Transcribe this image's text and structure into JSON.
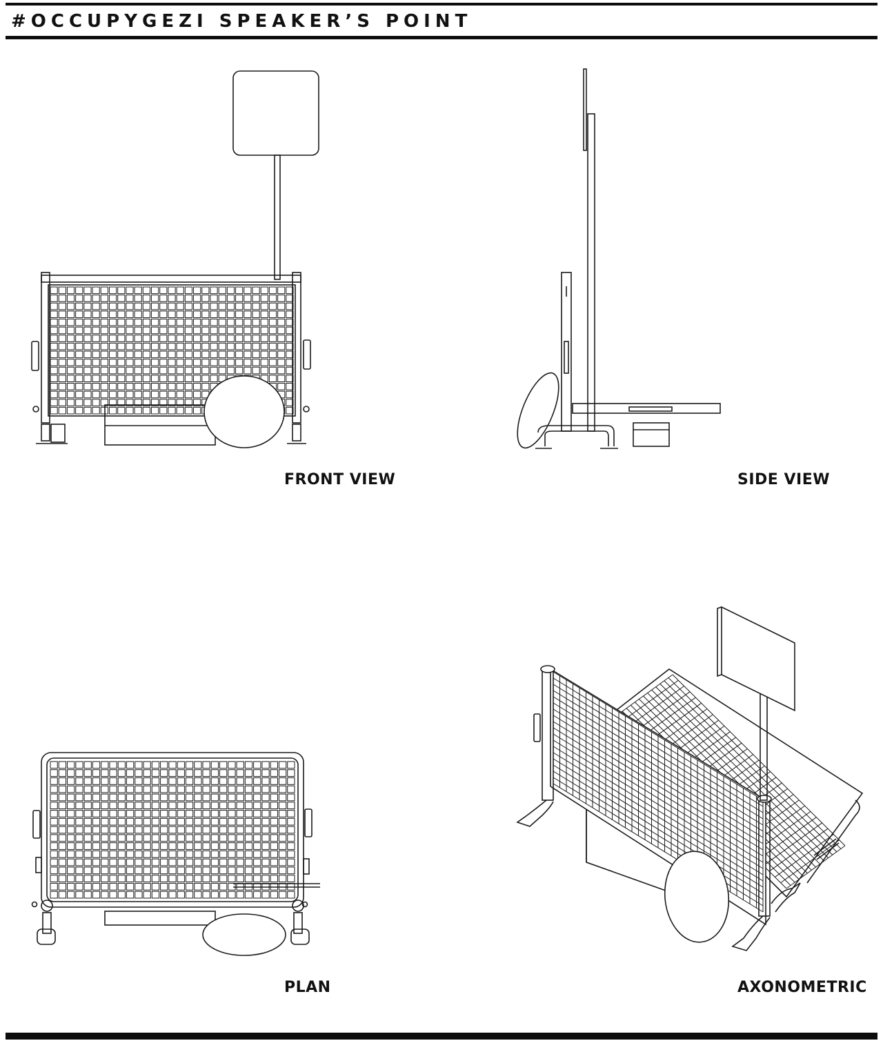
{
  "header": {
    "title": "#OCCUPYGEZI SPEAKER’S POINT"
  },
  "views": {
    "front": {
      "label": "FRONT VIEW"
    },
    "side": {
      "label": "SIDE VIEW"
    },
    "plan": {
      "label": "PLAN"
    },
    "axonometric": {
      "label": "AXONOMETRIC"
    }
  },
  "colors": {
    "ink": "#0d0d0d",
    "paper": "#ffffff"
  }
}
